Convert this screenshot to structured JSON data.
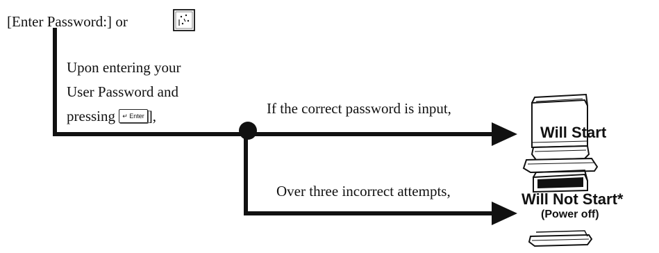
{
  "prompt": {
    "text": "[Enter Password:]",
    "or_text": "or"
  },
  "entry_note": {
    "line1": "Upon entering your",
    "line2": "User Password and",
    "line3_prefix": "pressing",
    "enter_key_label": "↵ Enter",
    "line3_suffix": "],"
  },
  "branches": {
    "correct": {
      "condition": "If the correct password is input,",
      "result": "Will Start"
    },
    "incorrect": {
      "condition": "Over three incorrect attempts,",
      "result": "Will Not Start*",
      "subnote": "(Power off)"
    }
  },
  "colors": {
    "ink": "#111111",
    "background": "#ffffff"
  }
}
